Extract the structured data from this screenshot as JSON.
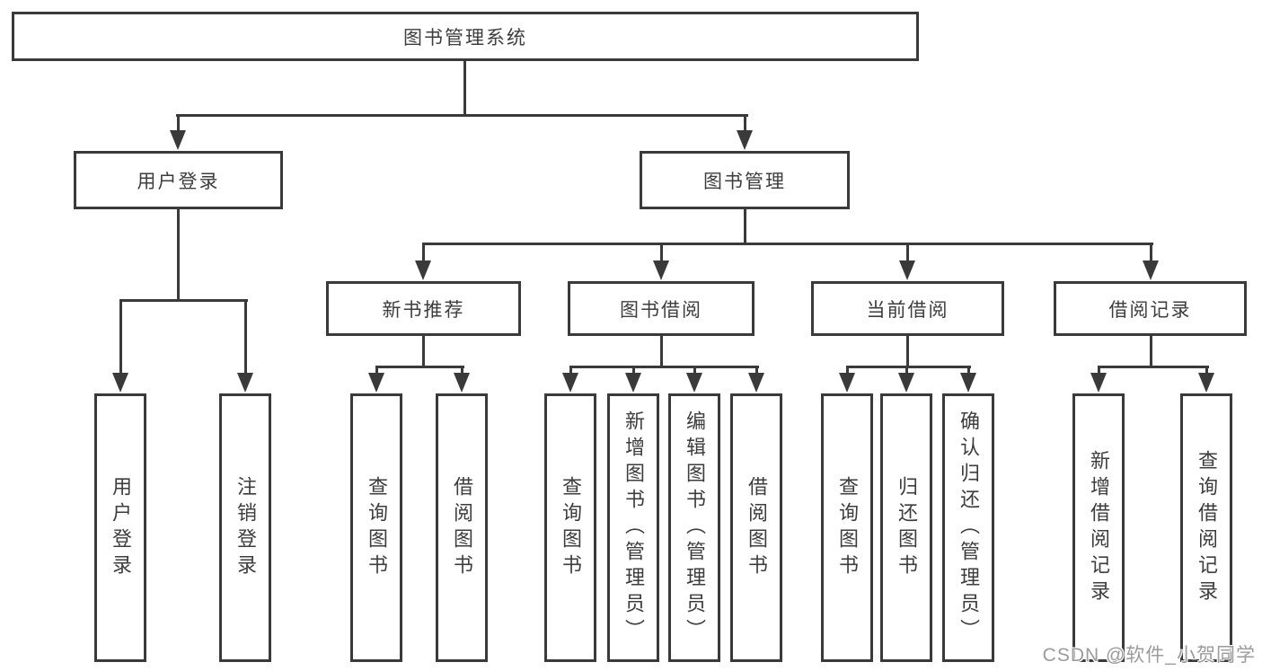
{
  "diagram": {
    "root": {
      "label": "图书管理系统"
    },
    "level2": [
      {
        "label": "用户登录"
      },
      {
        "label": "图书管理"
      }
    ],
    "level3": [
      {
        "label": "新书推荐"
      },
      {
        "label": "图书借阅"
      },
      {
        "label": "当前借阅"
      },
      {
        "label": "借阅记录"
      }
    ],
    "leaves": {
      "user_login": [
        "用户登录",
        "注销登录"
      ],
      "new_books": [
        "查询图书",
        "借阅图书"
      ],
      "book_borrow": [
        "查询图书",
        "新增图书（管理员）",
        "编辑图书（管理员）",
        "借阅图书"
      ],
      "current_borrow": [
        "查询图书",
        "归还图书",
        "确认归还（管理员）"
      ],
      "borrow_records": [
        "新增借阅记录",
        "查询借阅记录"
      ]
    },
    "watermark": "CSDN @软件_小贺同学",
    "colors": {
      "line": "#3a3a3a",
      "text": "#3d3d3d",
      "background": "#ffffff",
      "watermark": "#9b9b9b"
    }
  }
}
